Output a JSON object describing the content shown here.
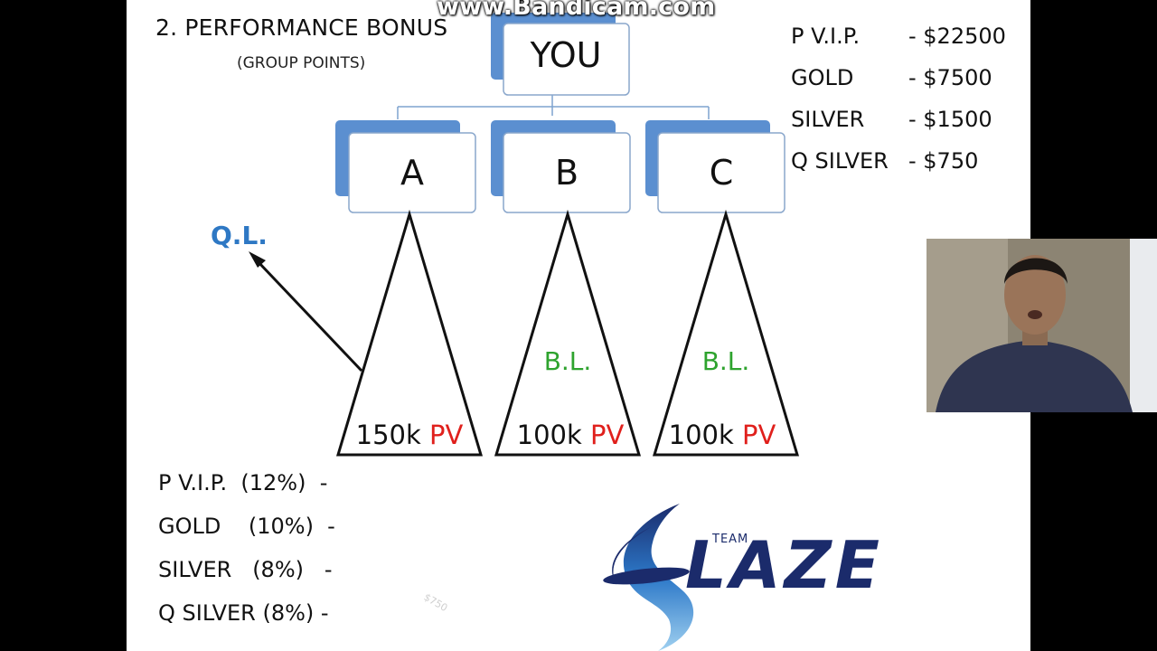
{
  "watermark": "www.Bandicam.com",
  "slide": {
    "title": "2. PERFORMANCE BONUS",
    "subtitle": "(GROUP POINTS)"
  },
  "org_chart": {
    "root": "YOU",
    "children": [
      "A",
      "B",
      "C"
    ]
  },
  "legs": [
    {
      "node": "A",
      "label": "",
      "volume": "150k",
      "unit": "PV"
    },
    {
      "node": "B",
      "label": "B.L.",
      "volume": "100k",
      "unit": "PV"
    },
    {
      "node": "C",
      "label": "B.L.",
      "volume": "100k",
      "unit": "PV"
    }
  ],
  "ql_label": "Q.L.",
  "rank_bonuses": [
    {
      "rank": "P V.I.P.",
      "amount": "- $22500"
    },
    {
      "rank": "GOLD",
      "amount": "- $7500"
    },
    {
      "rank": "SILVER",
      "amount": "- $1500"
    },
    {
      "rank": "Q SILVER",
      "amount": "- $750"
    }
  ],
  "rank_percentages": [
    "P V.I.P.  (12%)  -",
    "GOLD    (10%)  -",
    "SILVER   (8%)   -",
    "Q SILVER (8%) -"
  ],
  "faint_note": "$750",
  "logo": {
    "small": "TEAM",
    "word": "LAZE"
  },
  "colors": {
    "box_shadow": "#5b8fd0",
    "box_border": "#8aa7cc",
    "connector": "#7ea3cf",
    "ql_blue": "#2e78c4",
    "bl_green": "#2ea32e",
    "pv_red": "#e0201c",
    "logo_navy": "#1b2b6b",
    "logo_blue": "#2c78c8"
  },
  "webcam_feed": "presenter-video"
}
